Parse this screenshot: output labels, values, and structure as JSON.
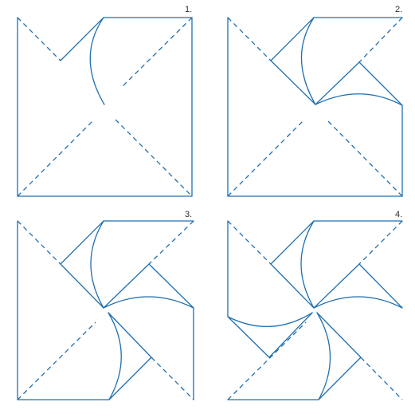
{
  "steps": [
    {
      "label": "1."
    },
    {
      "label": "2."
    },
    {
      "label": "3."
    },
    {
      "label": "4."
    }
  ],
  "colors": {
    "line": "#1f6fb0",
    "label": "#2a2f33",
    "background": "#ffffff"
  }
}
